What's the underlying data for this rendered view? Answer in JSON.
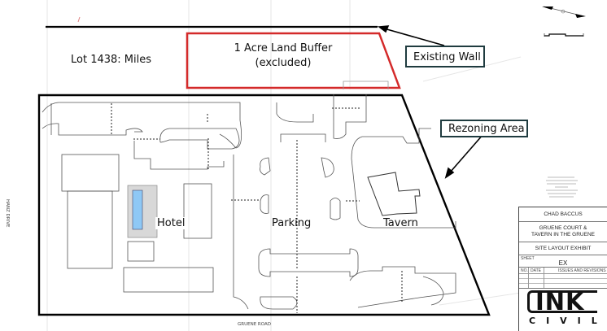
{
  "labels": {
    "lot": "Lot 1438: Miles",
    "buffer_line1": "1 Acre Land Buffer",
    "buffer_line2": "(excluded)",
    "existing_wall": "Existing Wall",
    "rezoning_area": "Rezoning Area",
    "hotel": "Hotel",
    "parking": "Parking",
    "tavern": "Tavern",
    "west_street": "HANZ DRIVE",
    "south_street": "GRUENE ROAD"
  },
  "title_block": {
    "client": "CHAD BACCUS",
    "project_line1": "GRUENE COURT &",
    "project_line2": "TAVERN IN THE GRUENE",
    "drawing_title": "SITE LAYOUT EXHIBIT",
    "sheet_label": "SHEET",
    "sheet_number": "EX",
    "revisions_no": "NO.",
    "revisions_date": "DATE",
    "revisions_issues": "ISSUES AND REVISIONS",
    "logo_top": "INK",
    "logo_bottom": "CIVIL"
  },
  "colors": {
    "buffer_outline": "#d42a2a",
    "boundary": "#000000",
    "callout_border": "#1f3b3f",
    "pool_water": "#8ec8f5",
    "pool_deck": "#d8d8d8",
    "linework": "#555555"
  }
}
